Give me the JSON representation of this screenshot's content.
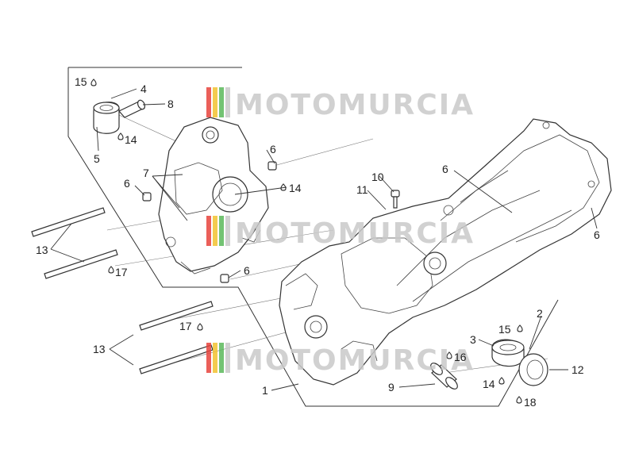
{
  "watermark": {
    "text": "MOTOMURCIA",
    "stripe_colors": [
      "#e8433c",
      "#f2c230",
      "#5bb85a",
      "#c9c9c9"
    ],
    "text_color": "#c9c9c9"
  },
  "colors": {
    "line": "#333333",
    "background": "#ffffff"
  },
  "callouts": [
    {
      "id": "c15a",
      "label": "15"
    },
    {
      "id": "c4",
      "label": "4"
    },
    {
      "id": "c8",
      "label": "8"
    },
    {
      "id": "c14a",
      "label": "14"
    },
    {
      "id": "c5",
      "label": "5"
    },
    {
      "id": "c6a",
      "label": "6"
    },
    {
      "id": "c7",
      "label": "7"
    },
    {
      "id": "c6b",
      "label": "6"
    },
    {
      "id": "c14b",
      "label": "14"
    },
    {
      "id": "c13a",
      "label": "13"
    },
    {
      "id": "c17a",
      "label": "17"
    },
    {
      "id": "c6c",
      "label": "6"
    },
    {
      "id": "c10",
      "label": "10"
    },
    {
      "id": "c11",
      "label": "11"
    },
    {
      "id": "c6d",
      "label": "6"
    },
    {
      "id": "c6e",
      "label": "6"
    },
    {
      "id": "c17b",
      "label": "17"
    },
    {
      "id": "c13b",
      "label": "13"
    },
    {
      "id": "c1",
      "label": "1"
    },
    {
      "id": "c16",
      "label": "16"
    },
    {
      "id": "c9",
      "label": "9"
    },
    {
      "id": "c2",
      "label": "2"
    },
    {
      "id": "c3",
      "label": "3"
    },
    {
      "id": "c15b",
      "label": "15"
    },
    {
      "id": "c12",
      "label": "12"
    },
    {
      "id": "c14c",
      "label": "14"
    },
    {
      "id": "c18",
      "label": "18"
    }
  ]
}
